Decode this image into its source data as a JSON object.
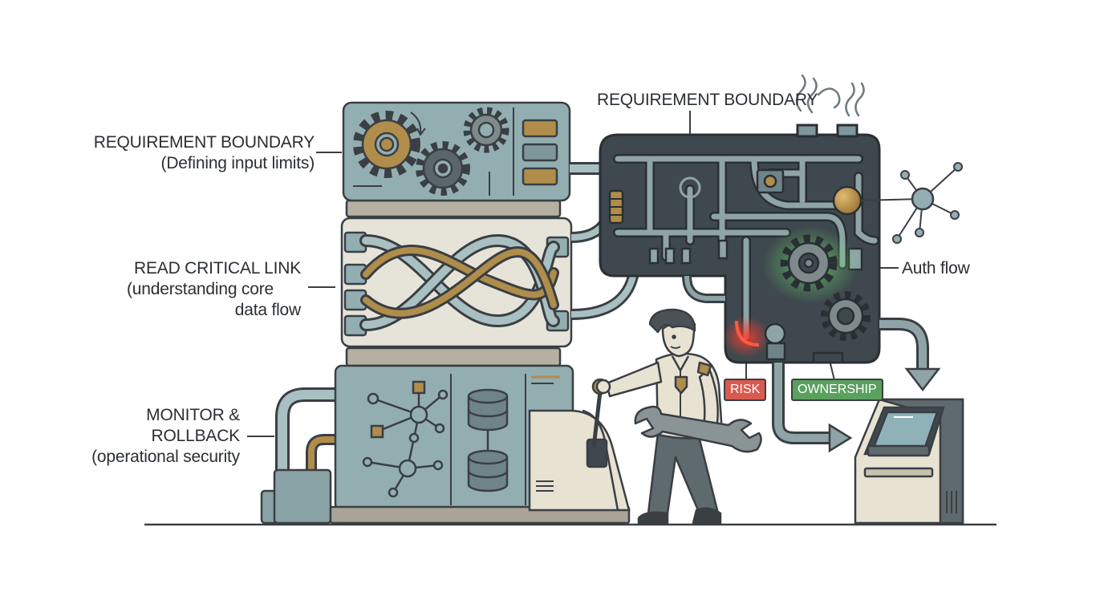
{
  "labels": {
    "req_left_title": "REQUIREMENT BOUNDARY",
    "req_left_sub": "(Defining input limits)",
    "read_title": "READ CRITICAL LINK",
    "read_sub1": "(understanding core",
    "read_sub2": "data flow",
    "monitor_line1": "MONITOR &",
    "monitor_line2": "ROLLBACK",
    "monitor_sub": "(operational security",
    "req_top": "REQUIREMENT BOUNDARY",
    "auth_flow": "Auth flow",
    "risk": "RISK",
    "ownership": "OWNERSHIP"
  },
  "colors": {
    "module_fill": "#93aeb1",
    "link_fill": "#e6e3d9",
    "dark_machine": "#3e484e",
    "accent_gold": "#b08d4a",
    "outline": "#3a3f44",
    "risk_fill": "#d95a4e",
    "ownership_fill": "#5aa05e"
  },
  "icons": [
    "gear-icon",
    "network-node-icon",
    "database-icon",
    "wrench-icon",
    "steam-icon",
    "atm-terminal-icon",
    "lever-icon",
    "security-badge-icon"
  ]
}
